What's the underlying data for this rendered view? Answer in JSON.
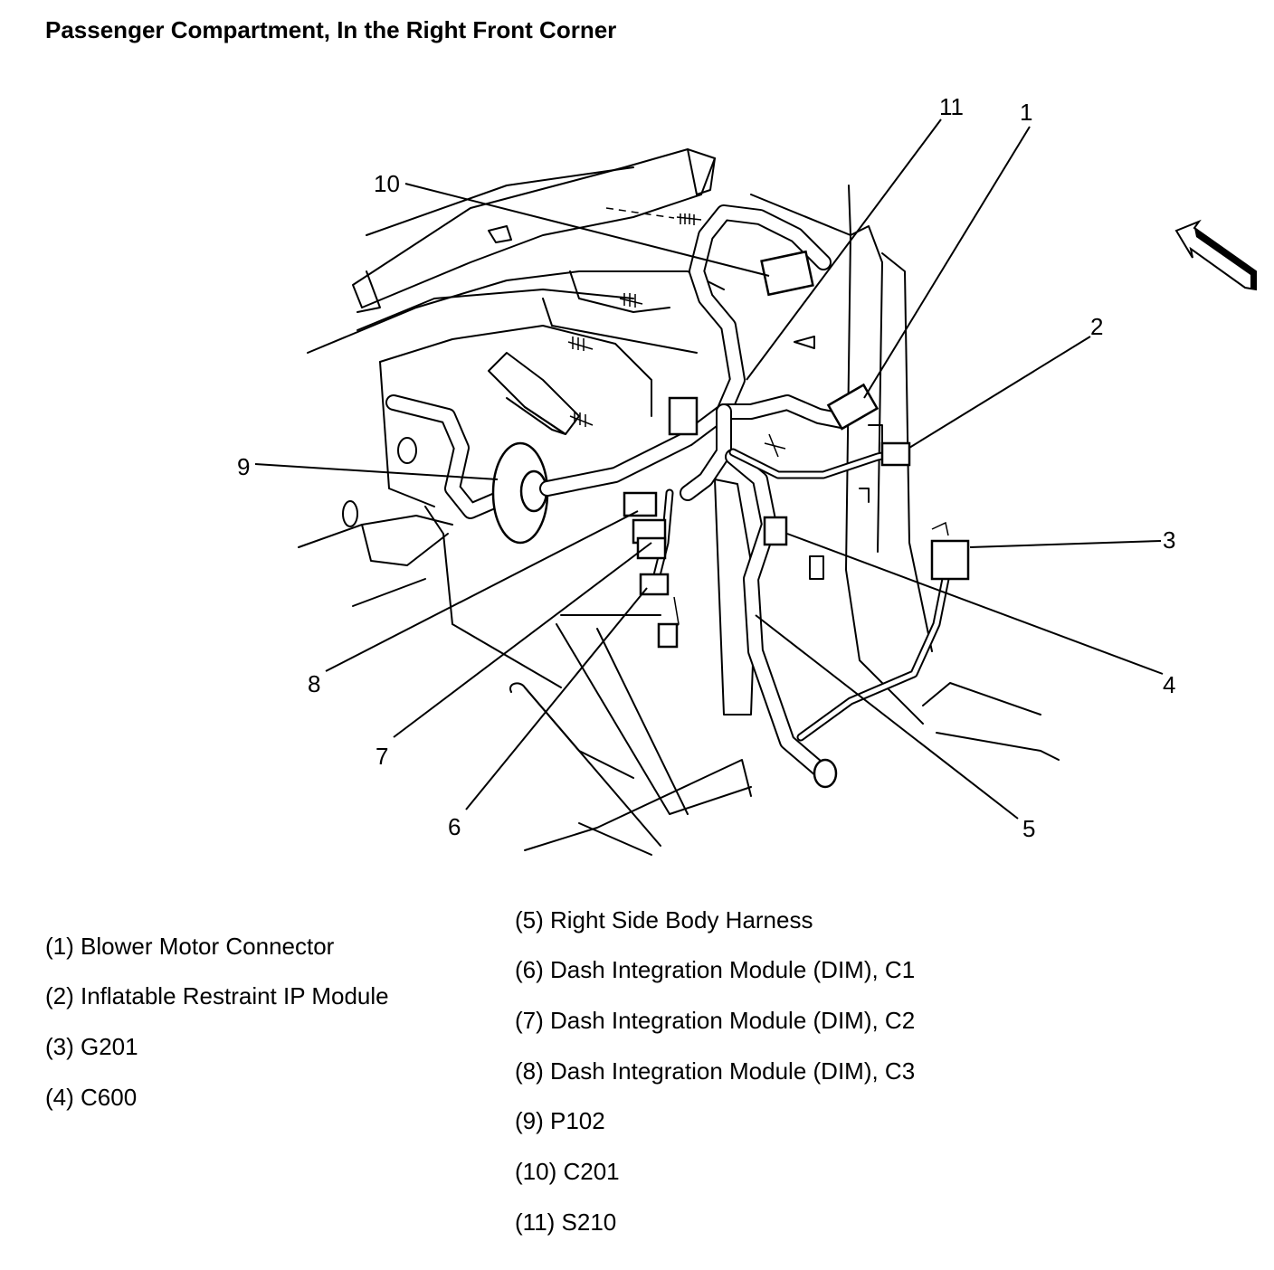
{
  "title": "Passenger Compartment, In the Right Front Corner",
  "callouts": [
    "1",
    "2",
    "3",
    "4",
    "5",
    "6",
    "7",
    "8",
    "9",
    "10",
    "11"
  ],
  "legend_left": [
    "(1) Blower Motor Connector",
    "(2) Inflatable Restraint IP Module",
    "(3) G201",
    "(4) C600"
  ],
  "legend_right": [
    "(5) Right Side Body Harness",
    "(6) Dash Integration Module (DIM), C1",
    "(7) Dash Integration Module (DIM), C2",
    "(8) Dash Integration Module (DIM), C3",
    "(9) P102",
    "(10) C201",
    "(11) S210"
  ]
}
